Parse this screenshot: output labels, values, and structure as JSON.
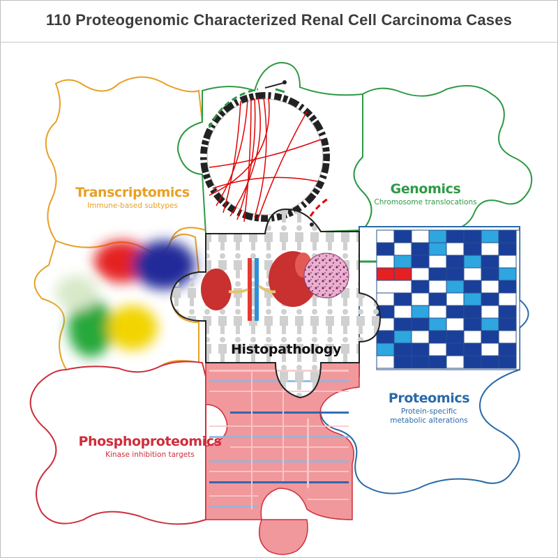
{
  "title": "110 Proteogenomic Characterized Renal Cell Carcinoma Cases",
  "center": {
    "label": "Histopathology"
  },
  "pieces": [
    {
      "key": "transcriptomics",
      "title": "Transcriptomics",
      "subtitle": "Immune-based subtypes",
      "color": "#e8a024"
    },
    {
      "key": "genomics",
      "title": "Genomics",
      "subtitle": "Chromosome translocations",
      "color": "#2d9a45"
    },
    {
      "key": "proteomics",
      "title": "Proteomics",
      "subtitle": "Protein-specific metabolic alterations",
      "color": "#2a6aa8"
    },
    {
      "key": "phosphoproteomics",
      "title": "Phosphoproteomics",
      "subtitle": "Kinase inhibition targets",
      "color": "#cf2d3c"
    }
  ]
}
